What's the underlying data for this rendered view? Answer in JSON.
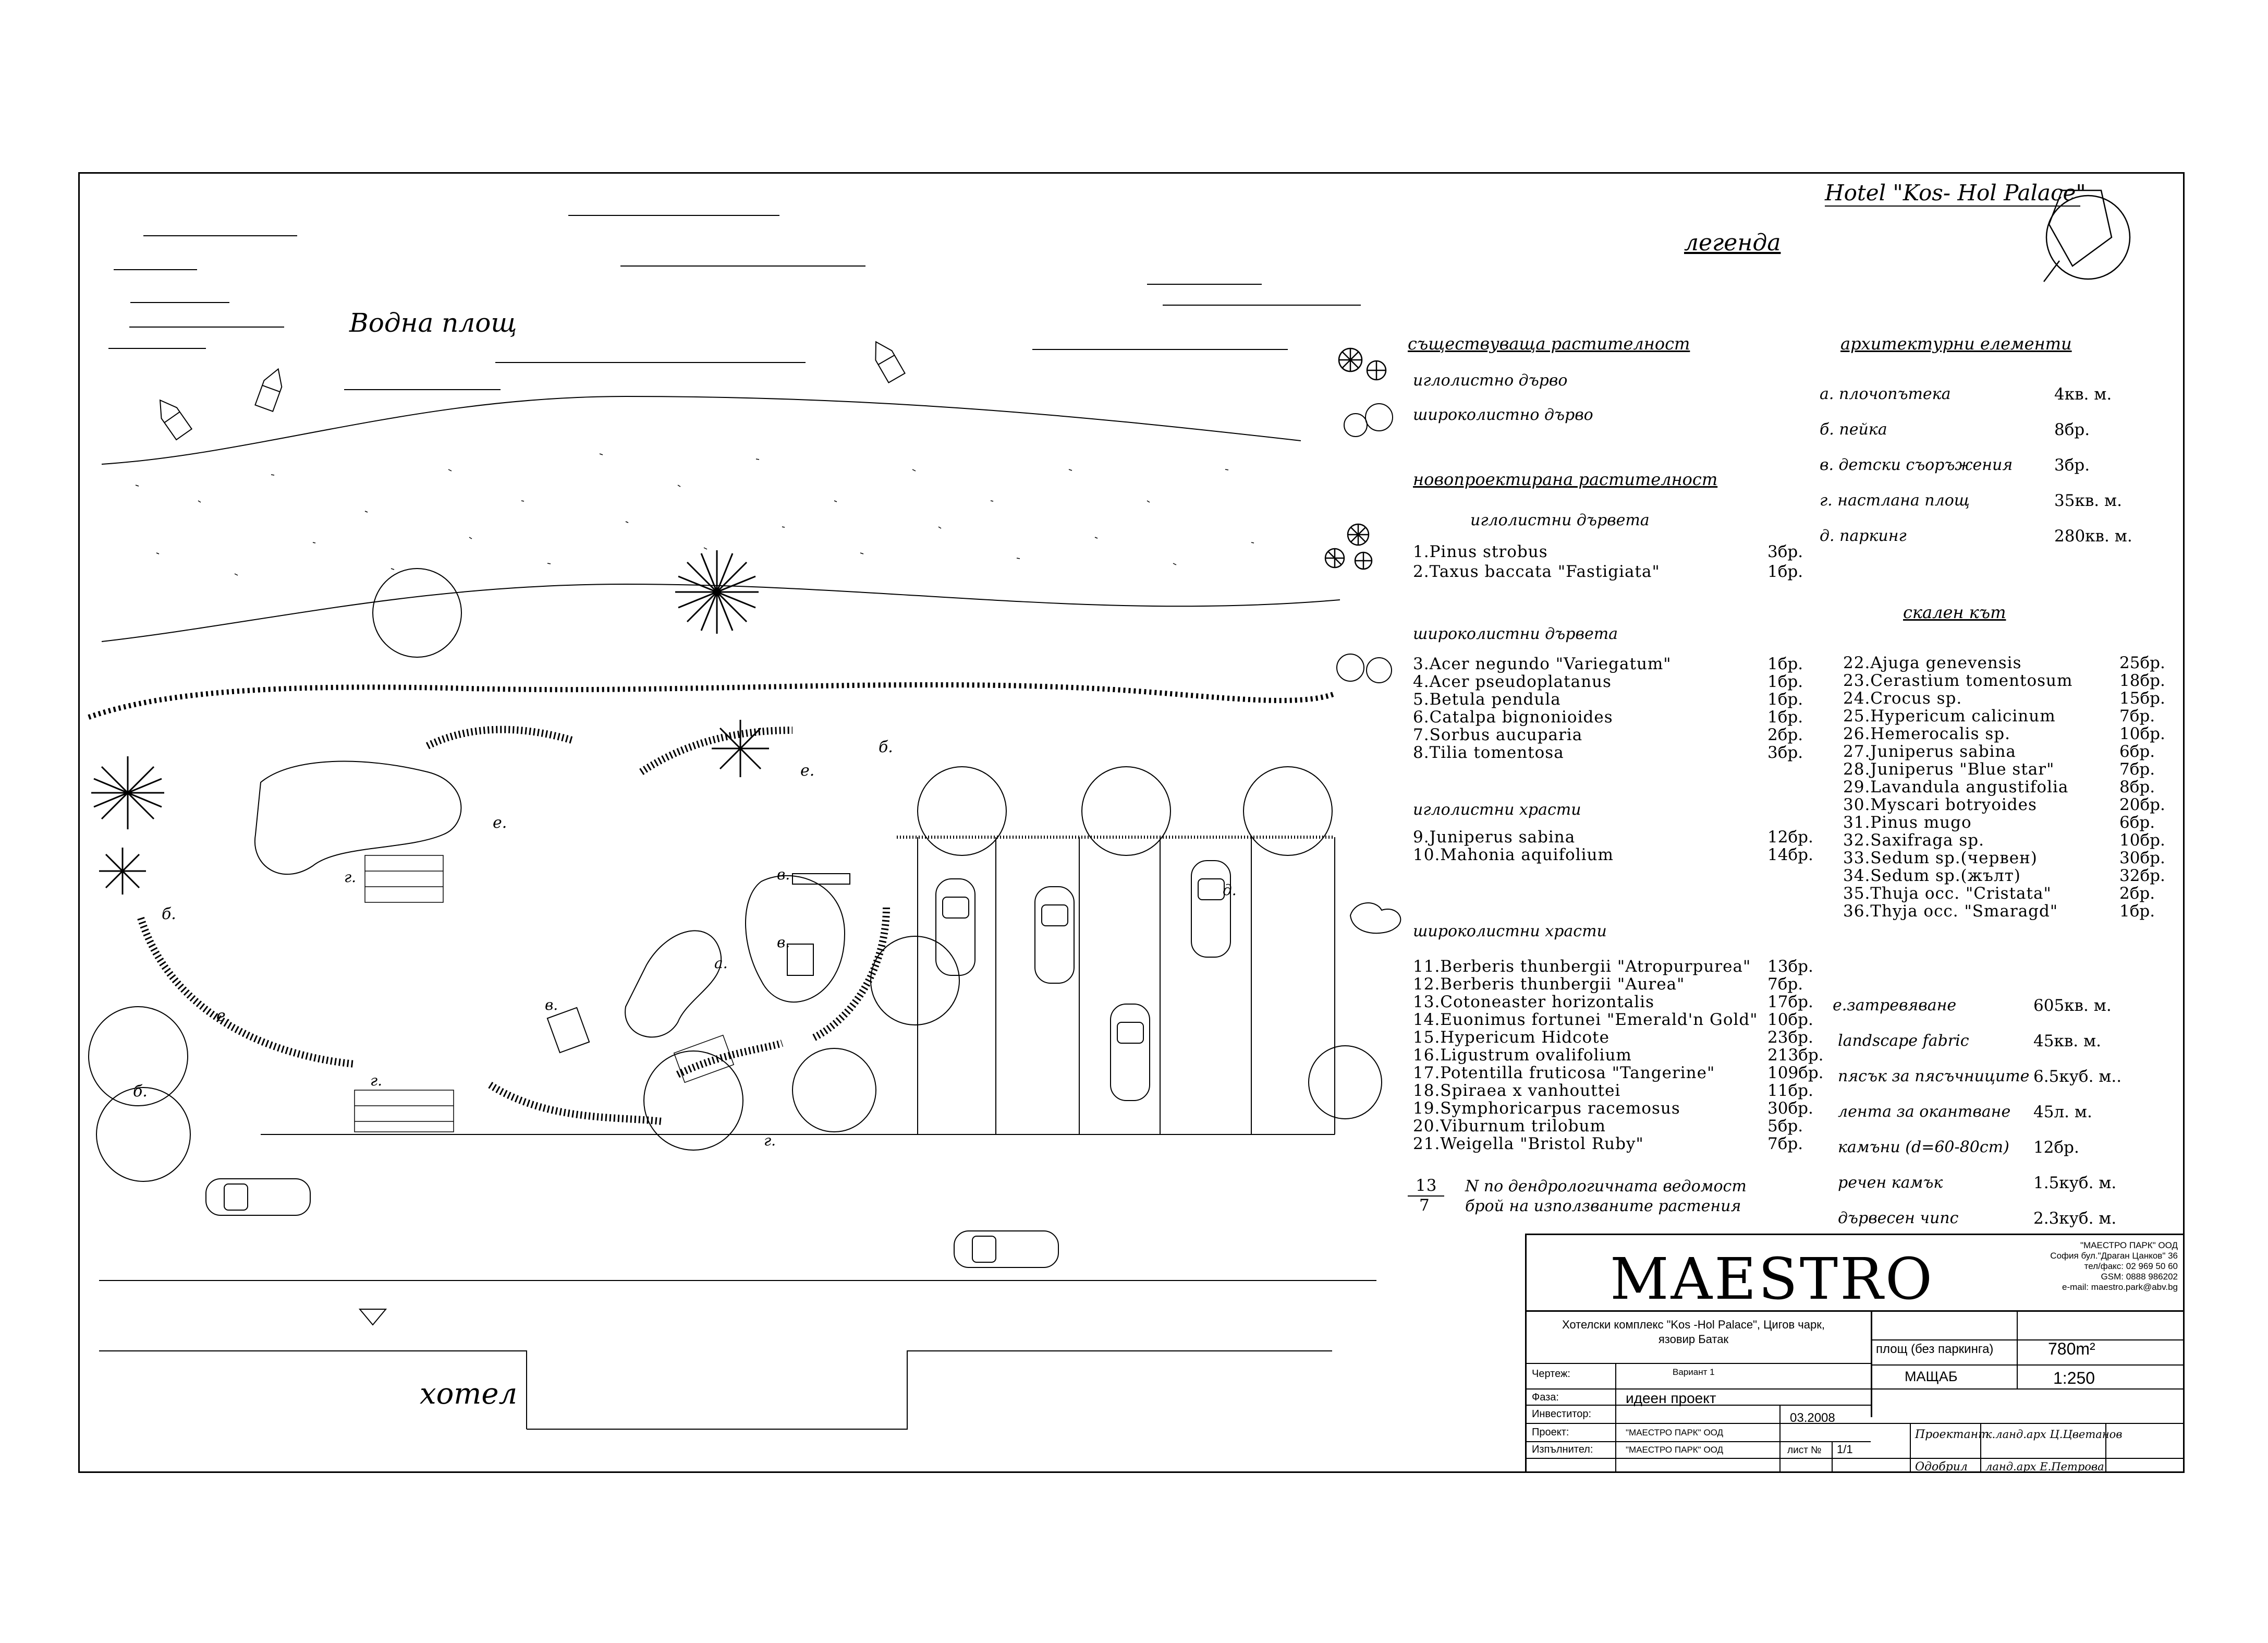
{
  "header": {
    "hotel_name": "Hotel \"Kos- Hol Palace\"",
    "legend_title": "легенда"
  },
  "plan_labels": {
    "water_area": "Водна площ",
    "hotel": "хотел"
  },
  "legend": {
    "existing": {
      "title": "съществуваща растителност",
      "conifer": "иглолистно дърво",
      "deciduous": "широколистно дърво"
    },
    "new_title": "новопроектирана растителност",
    "groups": [
      {
        "title": "иглолистни дървета",
        "items": [
          {
            "name": "1.Pinus  strobus",
            "qty": "3бр."
          },
          {
            "name": "2.Taxus  baccata  \"Fastigiata\"",
            "qty": "1бр."
          }
        ]
      },
      {
        "title": "широколистни дървета",
        "items": [
          {
            "name": "3.Acer  negundo  \"Variegatum\"",
            "qty": "1бр."
          },
          {
            "name": "4.Acer  pseudoplatanus",
            "qty": "1бр."
          },
          {
            "name": "5.Betula  pendula",
            "qty": "1бр."
          },
          {
            "name": "6.Catalpa  bignonioides",
            "qty": "1бр."
          },
          {
            "name": "7.Sorbus  aucuparia",
            "qty": "2бр."
          },
          {
            "name": "8.Tilia  tomentosa",
            "qty": "3бр."
          }
        ]
      },
      {
        "title": "иглолистни храсти",
        "items": [
          {
            "name": "9.Juniperus  sabina",
            "qty": "12бр."
          },
          {
            "name": "10.Mahonia  aquifolium",
            "qty": "14бр."
          }
        ]
      },
      {
        "title": "широколистни храсти",
        "items": [
          {
            "name": "11.Berberis  thunbergii  \"Atropurpurea\"",
            "qty": "13бр."
          },
          {
            "name": "12.Berberis  thunbergii  \"Aurea\"",
            "qty": "7бр."
          },
          {
            "name": "13.Cotoneaster  horizontalis",
            "qty": "17бр."
          },
          {
            "name": "14.Euonimus  fortunei  \"Emerald'n  Gold\"",
            "qty": "10бр."
          },
          {
            "name": "15.Hypericum  Hidcote",
            "qty": "23бр."
          },
          {
            "name": "16.Ligustrum  ovalifolium",
            "qty": "213бр."
          },
          {
            "name": "17.Potentilla  fruticosa  \"Tangerine\"",
            "qty": "109бр."
          },
          {
            "name": "18.Spiraea  x  vanhouttei",
            "qty": "11бр."
          },
          {
            "name": "19.Symphoricarpus  racemosus",
            "qty": "30бр."
          },
          {
            "name": "20.Viburnum  trilobum",
            "qty": "5бр."
          },
          {
            "name": "21.Weigella  \"Bristol  Ruby\"",
            "qty": "7бр."
          }
        ]
      }
    ],
    "note_num": "13",
    "note_den": "7",
    "note_line1": "N  по  дендрологичната  ведомост",
    "note_line2": "брой  на  използваните  растения",
    "arch": {
      "title": "архитектурни  елементи",
      "items": [
        {
          "name": "а.  плочопътека",
          "qty": "4кв. м."
        },
        {
          "name": "б.  пейка",
          "qty": "8бр."
        },
        {
          "name": "в.  детски  съоръжения",
          "qty": "3бр."
        },
        {
          "name": "г.  настлана  площ",
          "qty": "35кв. м."
        },
        {
          "name": "д.  паркинг",
          "qty": "280кв. м."
        }
      ]
    },
    "rock": {
      "title": "скален кът",
      "items": [
        {
          "name": "22.Ajuga  genevensis",
          "qty": "25бр."
        },
        {
          "name": "23.Cerastium  tomentosum",
          "qty": "18бр."
        },
        {
          "name": "24.Crocus  sp.",
          "qty": "15бр."
        },
        {
          "name": "25.Hypericum  calicinum",
          "qty": "7бр."
        },
        {
          "name": "26.Hemerocalis  sp.",
          "qty": "10бр."
        },
        {
          "name": "27.Juniperus  sabina",
          "qty": "6бр."
        },
        {
          "name": "28.Juniperus  \"Blue  star\"",
          "qty": "7бр."
        },
        {
          "name": "29.Lavandula  angustifolia",
          "qty": "8бр."
        },
        {
          "name": "30.Myscari  botryoides",
          "qty": "20бр."
        },
        {
          "name": "31.Pinus  mugo",
          "qty": "6бр."
        },
        {
          "name": "32.Saxifraga  sp.",
          "qty": "10бр."
        },
        {
          "name": "33.Sedum  sp.(червен)",
          "qty": "30бр."
        },
        {
          "name": "34.Sedum  sp.(жълт)",
          "qty": "32бр."
        },
        {
          "name": "35.Thuja  occ.  \"Cristata\"",
          "qty": "2бр."
        },
        {
          "name": "36.Thyja  occ.  \"Smaragd\"",
          "qty": "1бр."
        }
      ]
    },
    "materials": [
      {
        "name": "е.затревяване",
        "qty": "605кв. м."
      },
      {
        "name": "landscape  fabric",
        "qty": "45кв. м."
      },
      {
        "name": "пясък  за  пясъчниците",
        "qty": "6.5куб. м.."
      },
      {
        "name": "лента  за  окантване",
        "qty": "45л. м."
      },
      {
        "name": "камъни  (d=60-80cm)",
        "qty": "12бр."
      },
      {
        "name": "речен  камък",
        "qty": "1.5куб. м."
      },
      {
        "name": "дървесен  чипс",
        "qty": "2.3куб. м."
      }
    ]
  },
  "title_block": {
    "logo": "MAESTRO",
    "company": [
      "\"МАЕСТРО ПАРК\" ООД",
      "София  бул.\"Драган Цанков\" 36",
      "тел/факс: 02 969 50 60",
      "GSM: 0888 986202",
      "e-mail: maestro.park@abv.bg"
    ],
    "project_title": "Хотелски комплекс \"Kos -Hol Palace\", Цигов чарк, язовир Батак",
    "area_label": "площ (без паркинга)",
    "area_value": "780m²",
    "scale_label": "МАЩАБ",
    "scale_value": "1:250",
    "drawing_label": "Чертеж:",
    "drawing_value": "Вариант 1",
    "phase_label": "Фаза:",
    "phase_value": "идеен проект",
    "investor_label": "Инвеститор:",
    "investor_value": "",
    "project_label": "Проект:",
    "project_value": "\"МАЕСТРО ПАРК\" ООД",
    "executor_label": "Изпълнител:",
    "executor_value": "\"МАЕСТРО ПАРК\" ООД",
    "date": "03.2008",
    "sheet_label": "лист №",
    "sheet_value": "1/1",
    "designer_label": "Проектант",
    "designer_value": "к.ланд.арх Ц.Цветанов",
    "approved_label": "Одобрил",
    "approved_value": "ланд.арх  Е.Петрова"
  },
  "plan_marks": {
    "area_e1": "е.",
    "area_e2": "е.",
    "area_e3": "е.",
    "area_b1": "б.",
    "area_b2": "б.",
    "area_b3": "б.",
    "area_g1": "г.",
    "area_g2": "г.",
    "area_g3": "г.",
    "area_v1": "в.",
    "area_v2": "в.",
    "area_v3": "в.",
    "area_a": "а.",
    "area_d": "д."
  }
}
